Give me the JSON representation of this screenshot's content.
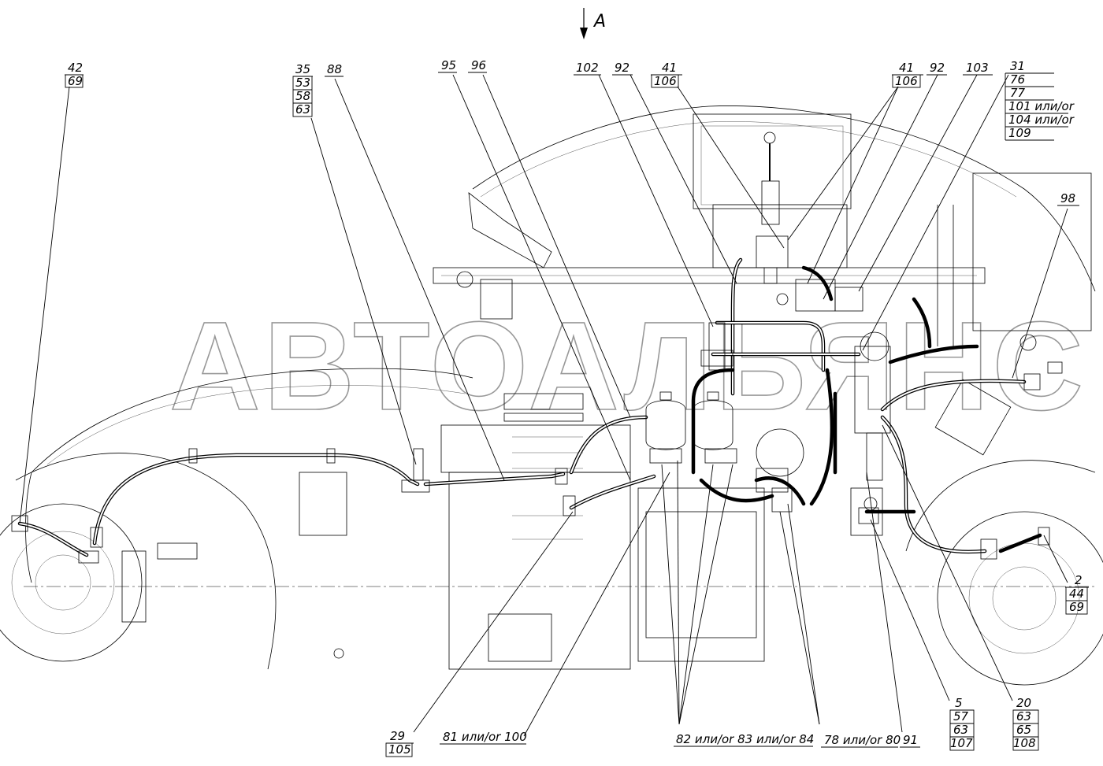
{
  "view_marker": "A",
  "watermark": "АВТОАЛЬЯНС",
  "callouts": {
    "c42_69": [
      "42",
      "69"
    ],
    "c35_53_58_63": [
      "35",
      "53",
      "58",
      "63"
    ],
    "c88": "88",
    "c95": "95",
    "c96": "96",
    "c102": "102",
    "c92_left": "92",
    "c41_106_center": [
      "41",
      "106"
    ],
    "c41_106_right": [
      "41",
      "106"
    ],
    "c92_right": "92",
    "c103": "103",
    "c31_list": [
      "31",
      "76",
      "77",
      "101 или/or",
      "104 или/or",
      "109"
    ],
    "c98": "98",
    "c2_44_69": [
      "2",
      "44",
      "69"
    ],
    "c29_105": [
      "29",
      "105"
    ],
    "c81_100": "81 или/or 100",
    "c82_83_84": "82 или/or 83 или/or 84",
    "c78_80": "78 или/or 80",
    "c91": "91",
    "c5_57_63_107": [
      "5",
      "57",
      "63",
      "107"
    ],
    "c20_63_65_108": [
      "20",
      "63",
      "65",
      "108"
    ]
  }
}
